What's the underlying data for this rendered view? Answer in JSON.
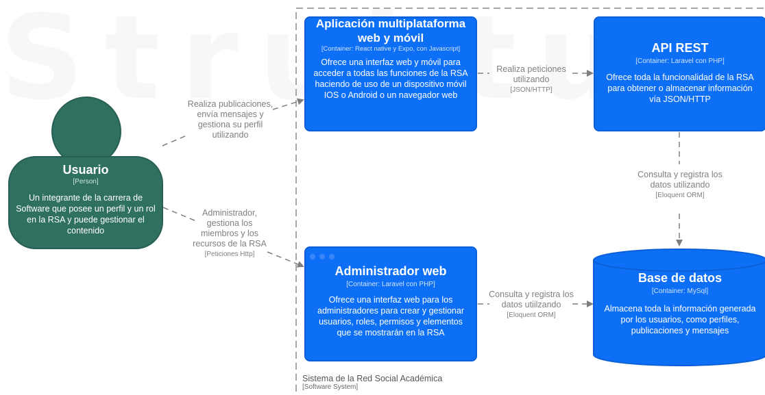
{
  "watermark": "Struktur",
  "person": {
    "name": "Usuario",
    "type": "[Person]",
    "description": "Un integrante de la carrera de Software que posee un perfil y un rol en la RSA y puede gestionar el contenido"
  },
  "containers": {
    "app": {
      "name": "Aplicación multiplataforma web y móvil",
      "tech": "[Container: React native y Expo, con Javascript]",
      "description": "Ofrece una interfaz web y móvil para acceder a todas las funciones de la RSA haciendo de uso de un dispositivo móvil IOS o Android o un navegador web"
    },
    "api": {
      "name": "API REST",
      "tech": "[Container: Laravel con PHP]",
      "description": "Ofrece toda la funcionalidad de la RSA para obtener o almacenar información vía JSON/HTTP"
    },
    "admin": {
      "name": "Administrador web",
      "tech": "[Container: Laravel con PHP]",
      "description": "Ofrece una interfaz web para los administradores para crear y gestionar usuarios, roles, permisos y elementos que se mostrarán en la RSA"
    },
    "db": {
      "name": "Base de datos",
      "tech": "[Container: MySql]",
      "description": "Almacena toda la información generada por los usuarios, como perfiles, publicaciones y mensajes"
    }
  },
  "edges": {
    "user_app": {
      "label": "Realiza publicaciones, envía mensajes y gestiona su perfil utilizando",
      "tech": ""
    },
    "user_admin": {
      "label": "Administrador, gestiona los miembros y los recursos de la RSA",
      "tech": "[Peticiones Http]"
    },
    "app_api": {
      "label": "Realiza peticiones utilizando",
      "tech": "[JSON/HTTP]"
    },
    "api_db": {
      "label": "Consulta y registra los datos utilizando",
      "tech": "[Eloquent ORM]"
    },
    "admin_db": {
      "label": "Consulta y registra los datos utiilzando",
      "tech": "[Eloquent ORM]"
    }
  },
  "boundary": {
    "name": "Sistema de la Red Social Académica",
    "type": "[Software System]"
  },
  "colors": {
    "container": "#0d6ff5",
    "person": "#2f7060",
    "edge": "#7f7f7f",
    "boundary": "#888888"
  }
}
